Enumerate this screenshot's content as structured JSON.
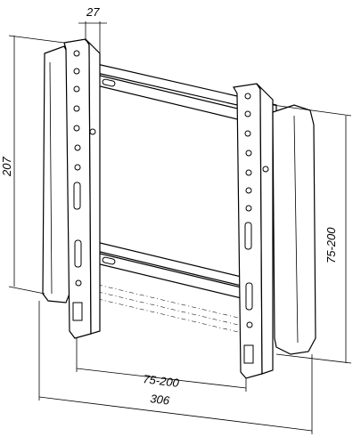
{
  "dimensions": {
    "depth": "27",
    "height": "207",
    "vesa_vertical": "75-200",
    "vesa_horizontal": "75-200",
    "width": "306"
  }
}
